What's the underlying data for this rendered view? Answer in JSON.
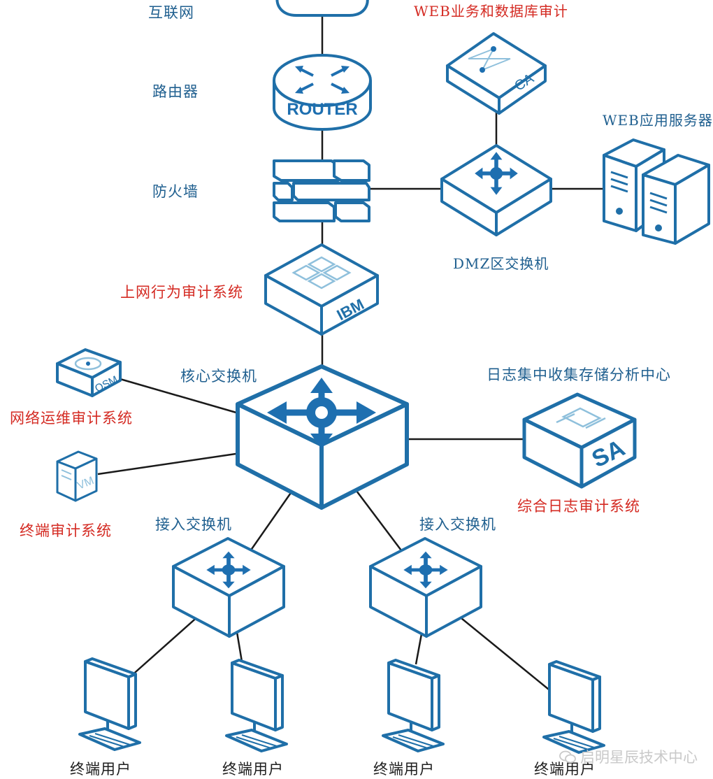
{
  "labels": {
    "internet": "互联网",
    "router": "路由器",
    "firewall": "防火墙",
    "web_db_audit": "WEB业务和数据库审计",
    "web_servers": "WEB应用服务器",
    "dmz_switch": "DMZ区交换机",
    "internet_audit": "上网行为审计系统",
    "core_switch": "核心交换机",
    "log_center": "日志集中收集存储分析中心",
    "network_ops_audit": "网络运维审计系统",
    "terminal_audit": "终端审计系统",
    "log_audit": "综合日志审计系统",
    "access_switch_left": "接入交换机",
    "access_switch_right": "接入交换机",
    "user_1": "终端用户",
    "user_2": "终端用户",
    "user_3": "终端用户",
    "user_4": "终端用户"
  },
  "device_text": {
    "router": "ROUTER",
    "ca": "CA",
    "ibm": "IBM",
    "osm": "OSM",
    "vm": "VM",
    "sa": "SA"
  },
  "watermark": "启明星辰技术中心",
  "colors": {
    "stroke": "#1f6fa8",
    "fill_dark": "#1e6fb0",
    "label_blue": "#1f5f8f",
    "label_red": "#d42a22"
  }
}
